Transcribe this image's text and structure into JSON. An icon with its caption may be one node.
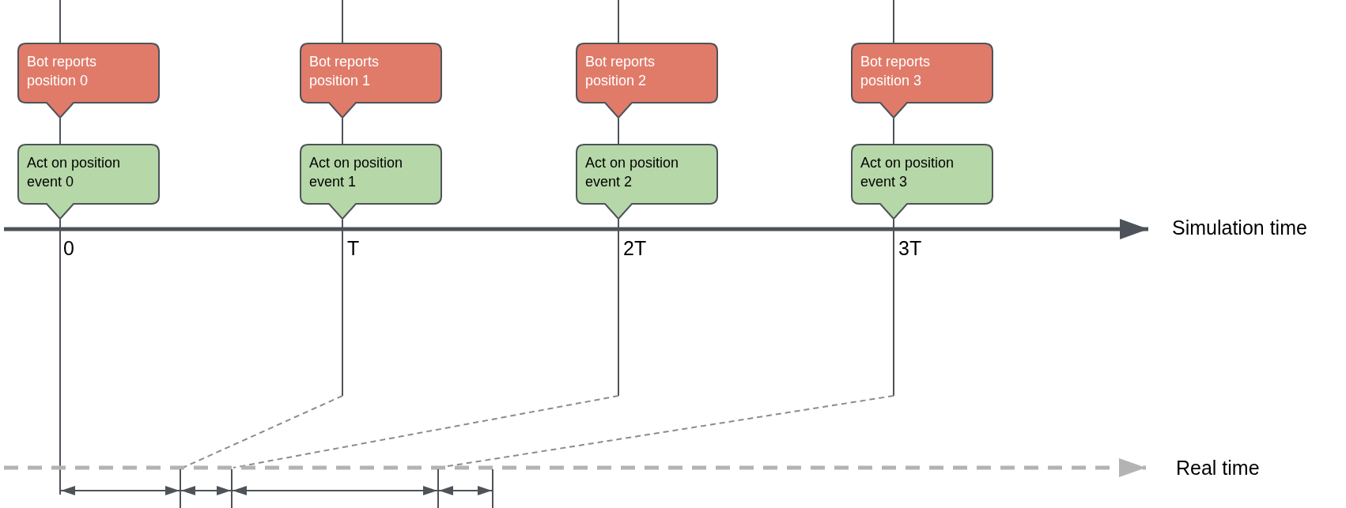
{
  "diagram": {
    "nodes": [
      {
        "text": [
          "Bot reports position 0"
        ]
      },
      {
        "text": [
          "Bot reports position 1"
        ]
      },
      {
        "text": [
          "Bot reports position 2"
        ]
      },
      {
        "text": [
          "Bot reports position 3"
        ]
      },
      {
        "text": [
          "Act on position event 0"
        ]
      },
      {
        "text": [
          "Act on position event 1"
        ]
      },
      {
        "text": [
          "Act on position event 2"
        ]
      },
      {
        "text": [
          "Act on position event 3"
        ]
      }
    ],
    "edges": [
      {
        "from": 0,
        "to": 4,
        "arrow": "none"
      },
      {
        "from": 1,
        "to": 5,
        "arrow": "none"
      },
      {
        "from": 2,
        "to": 6,
        "arrow": "none"
      },
      {
        "from": 3,
        "to": 7,
        "arrow": "none"
      }
    ],
    "labels": [
      "0",
      "T",
      "2T",
      "3T",
      "Simulation time",
      "Real time"
    ]
  }
}
